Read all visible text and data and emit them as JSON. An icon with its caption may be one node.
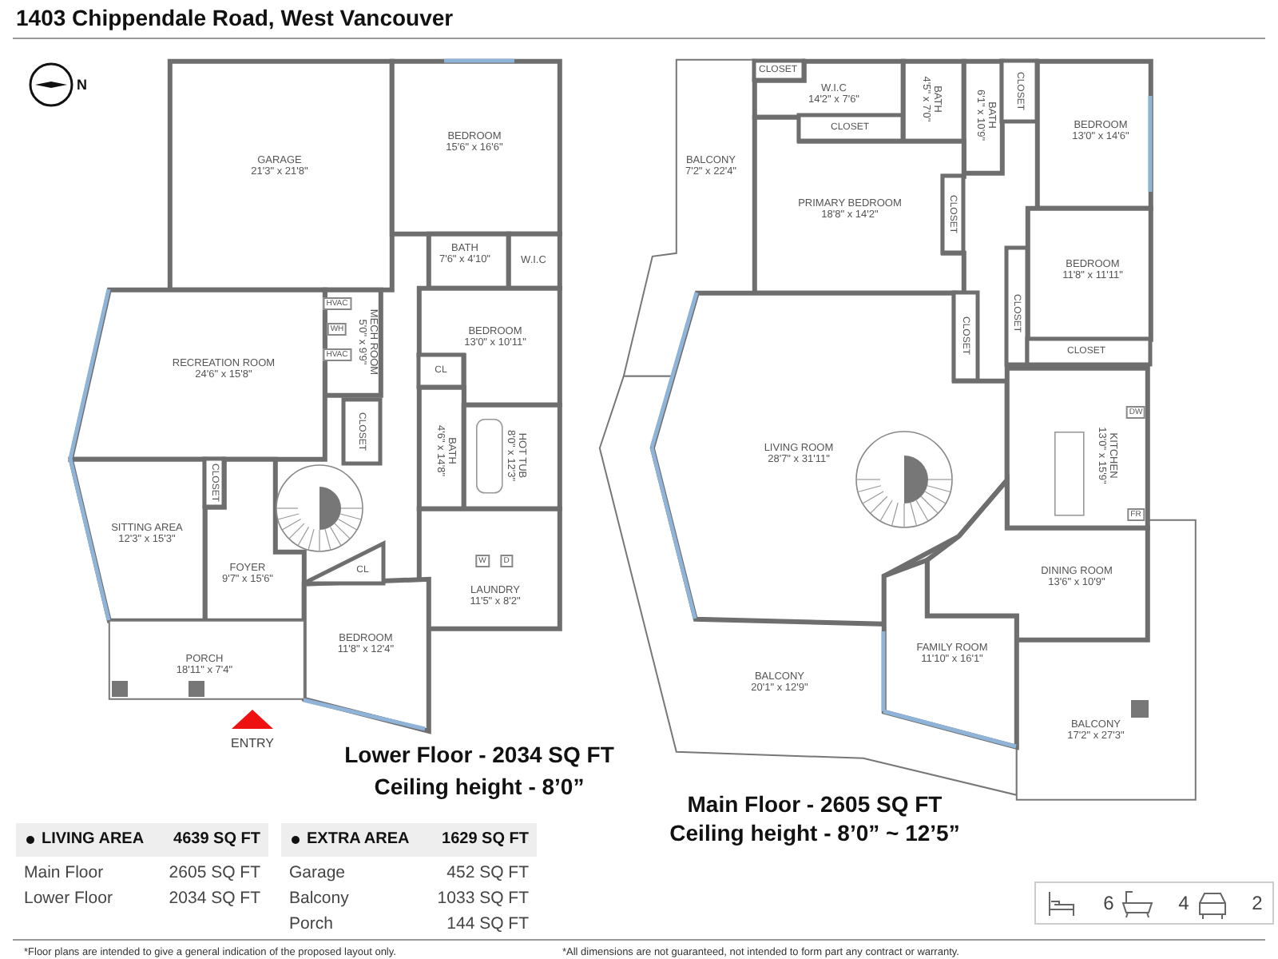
{
  "diagram": {
    "title": "1403 Chippendale Road, West Vancouver",
    "nodes": [
      {
        "text": [
          "GARAGE",
          "21'3\" x 21'8\""
        ]
      },
      {
        "text": [
          "BEDROOM",
          "15'6\" x 16'6\""
        ]
      },
      {
        "text": [
          "BATH",
          "7'6\" x 4'10\""
        ]
      },
      {
        "text": [
          "W.I.C"
        ]
      },
      {
        "text": [
          "MECH ROOM",
          "5'0\" x 9'9\""
        ]
      },
      {
        "text": [
          "RECREATION ROOM",
          "24'6\" x 15'8\""
        ]
      },
      {
        "text": [
          "CLOSET"
        ]
      },
      {
        "text": [
          "CLOSET"
        ]
      },
      {
        "text": [
          "SITTING AREA",
          "12'3\" x 15'3\""
        ]
      },
      {
        "text": [
          "FOYER",
          "9'7\" x 15'6\""
        ]
      },
      {
        "text": [
          "BEDROOM",
          "13'0\" x 10'11\""
        ]
      },
      {
        "text": [
          "CL"
        ]
      },
      {
        "text": [
          "BATH",
          "4'6\" x 14'8\""
        ]
      },
      {
        "text": [
          "HOT TUB",
          "8'0\" x 12'3\""
        ]
      },
      {
        "text": [
          "CL"
        ]
      },
      {
        "text": [
          "LAUNDRY",
          "11'5\" x 8'2\""
        ]
      },
      {
        "text": [
          "BEDROOM",
          "11'8\" x 12'4\""
        ]
      },
      {
        "text": [
          "PORCH",
          "18'11\" x 7'4\""
        ]
      },
      {
        "text": [
          "W.I.C",
          "14'2\" x 7'6\""
        ]
      },
      {
        "text": [
          "CLOSET"
        ]
      },
      {
        "text": [
          "CLOSET"
        ]
      },
      {
        "text": [
          "BATH",
          "4'5\" x 7'0\""
        ]
      },
      {
        "text": [
          "BATH",
          "6'1\" x 10'9\""
        ]
      },
      {
        "text": [
          "CLOSET"
        ]
      },
      {
        "text": [
          "BALCONY",
          "7'2\" x 22'4\""
        ]
      },
      {
        "text": [
          "BEDROOM",
          "13'0\" x 14'6\""
        ]
      },
      {
        "text": [
          "PRIMARY BEDROOM",
          "18'8\" x 14'2\""
        ]
      },
      {
        "text": [
          "CLOSET"
        ]
      },
      {
        "text": [
          "BEDROOM",
          "11'8\" x 11'11\""
        ]
      },
      {
        "text": [
          "CLOSET"
        ]
      },
      {
        "text": [
          "CLOSET"
        ]
      },
      {
        "text": [
          "CLOSET"
        ]
      },
      {
        "text": [
          "LIVING ROOM",
          "28'7\" x 31'11\""
        ]
      },
      {
        "text": [
          "KITCHEN",
          "13'0\" x 15'9\""
        ]
      },
      {
        "text": [
          "DINING ROOM",
          "13'6\" x 10'9\""
        ]
      },
      {
        "text": [
          "FAMILY ROOM",
          "11'10\" x 16'1\""
        ]
      },
      {
        "text": [
          "BALCONY",
          "20'1\" x 12'9\""
        ]
      },
      {
        "text": [
          "BALCONY",
          "17'2\" x 27'3\""
        ]
      }
    ],
    "labels": [
      "N",
      "HVAC",
      "WH",
      "HVAC",
      "W",
      "D",
      "ENTRY",
      "Lower Floor - 2034 SQ FT",
      "Ceiling height - 8’0”",
      "Main Floor - 2605 SQ FT",
      "Ceiling height - 8’0” ~ 12’5”",
      "DW",
      "FR",
      "LIVING AREA",
      "4639 SQ FT",
      "EXTRA AREA",
      "1629 SQ FT",
      "Main Floor",
      "2605 SQ FT",
      "Garage",
      "452 SQ FT",
      "Lower Floor",
      "2034 SQ FT",
      "Balcony",
      "1033 SQ FT",
      "Porch",
      "144 SQ FT",
      "6",
      "4",
      "2",
      "*Floor plans are intended to give a general indication of the proposed layout only.",
      "*All dimensions are not guaranteed, not intended to form part any contract or warranty."
    ]
  }
}
